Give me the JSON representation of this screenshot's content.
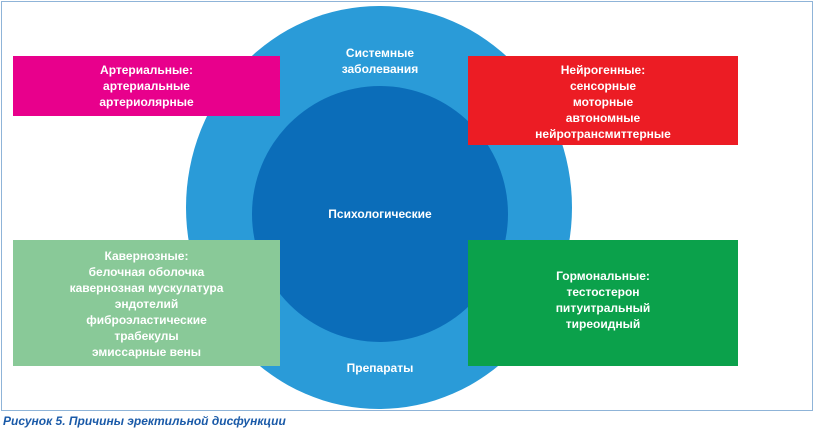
{
  "diagram": {
    "center_outer": {
      "top_label": [
        "Системные",
        "заболевания"
      ],
      "bottom_label": "Препараты"
    },
    "center_inner": {
      "label": "Психологические"
    },
    "boxes": {
      "arterial": {
        "lines": [
          "Артериальные:",
          "артериальные",
          "артериолярные"
        ],
        "color": "#e8008c"
      },
      "neurogenic": {
        "lines": [
          "Нейрогенные:",
          "сенсорные",
          "моторные",
          "автономные",
          "нейротрансмиттерные"
        ],
        "color": "#ec1c24"
      },
      "cavernous": {
        "lines": [
          "Кавернозные:",
          "белочная оболочка",
          "кавернозная мускулатура",
          "эндотелий",
          "фиброэластические",
          "трабекулы",
          "эмиссарные вены"
        ],
        "color": "#89c998"
      },
      "hormonal": {
        "lines": [
          "Гормональные:",
          "тестостерон",
          "питуитральный",
          "тиреоидный"
        ],
        "color": "#0ba14b"
      }
    },
    "colors": {
      "outer_circle": "#2a9bd8",
      "inner_circle": "#0b6db9"
    }
  },
  "caption": "Рисунок 5. Причины эректильной дисфункции"
}
